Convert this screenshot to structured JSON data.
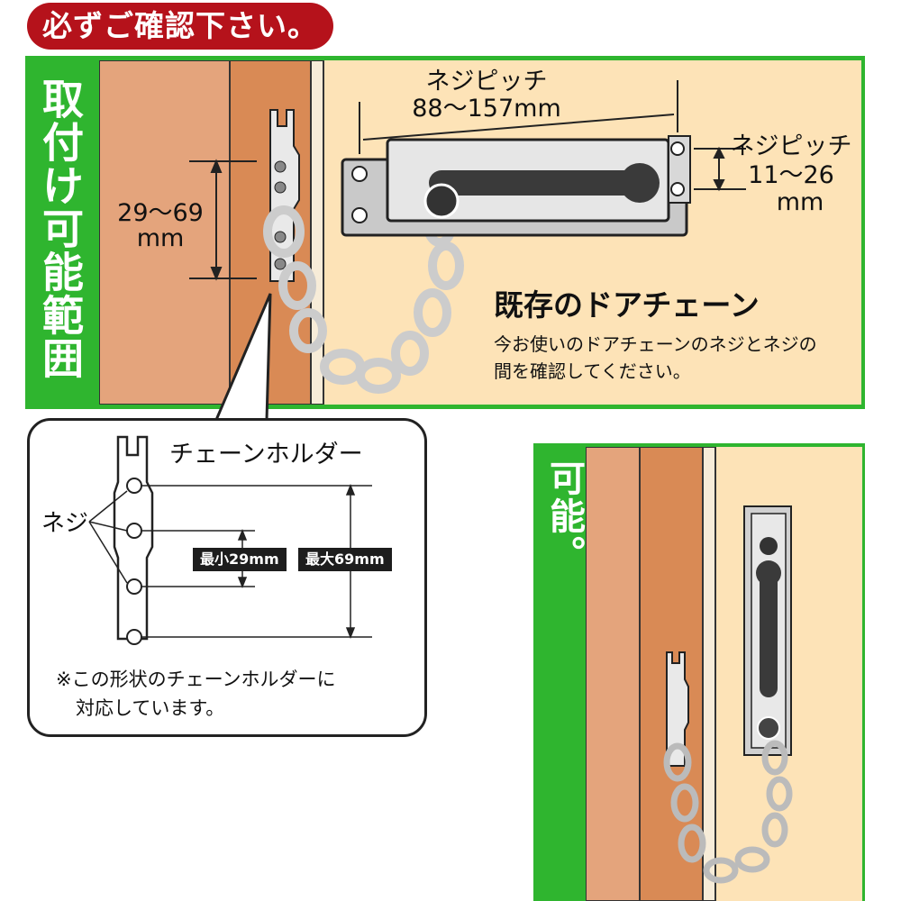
{
  "header": {
    "notice": "必ずご確認下さい。"
  },
  "range_panel": {
    "label": "取付け可能範囲",
    "holder_range_line1": "29〜69",
    "holder_range_line2": "mm",
    "screw_pitch_h_title": "ネジピッチ",
    "screw_pitch_h_value": "88〜157mm",
    "screw_pitch_v_title": "ネジピッチ",
    "screw_pitch_v_value": "11〜26",
    "screw_pitch_v_unit": "mm",
    "caption_title": "既存のドアチェーン",
    "caption_line1": "今お使いのドアチェーンのネジとネジの",
    "caption_line2": "間を確認してください。"
  },
  "callout": {
    "holder_title": "チェーンホルダー",
    "screw_label": "ネジ",
    "min_tag": "最小29mm",
    "max_tag": "最大69mm",
    "note_line1": "※この形状のチェーンホルダーに",
    "note_line2": "対応しています。"
  },
  "vertical_panel": {
    "label": "ドアチェーンの縦使用も可能。"
  },
  "colors": {
    "green": "#2fb52f",
    "red": "#b5121b",
    "door": "#d98a55",
    "frame": "#e4a47c",
    "wall": "#fde3b7"
  }
}
